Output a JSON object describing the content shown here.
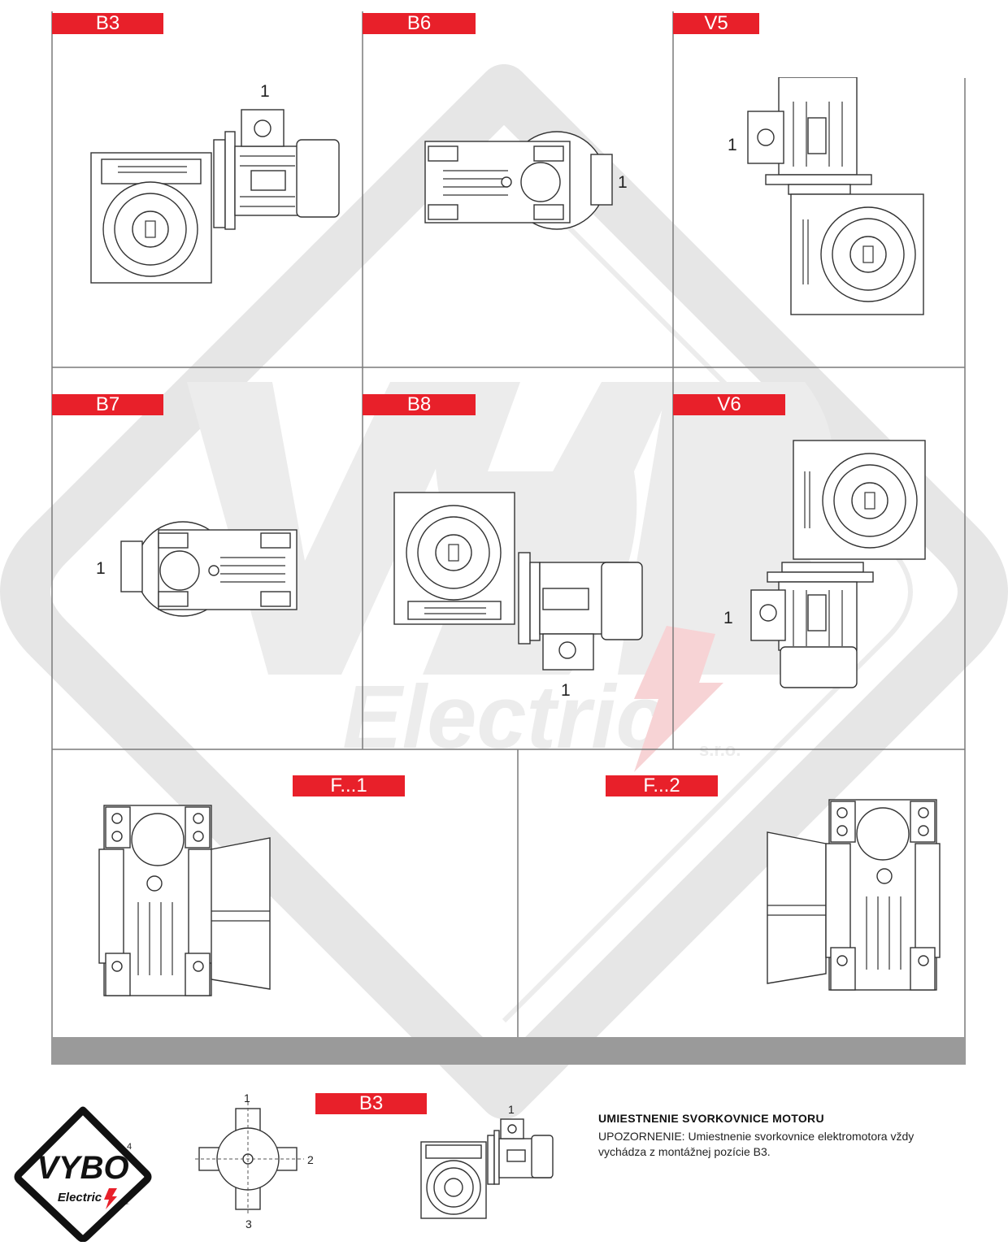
{
  "positions": {
    "b3": "B3",
    "b6": "B6",
    "v5": "V5",
    "b7": "B7",
    "b8": "B8",
    "v6": "V6",
    "f1": "F...1",
    "f2": "F...2"
  },
  "terminal_label": "1",
  "orientation": {
    "top": "1",
    "right": "2",
    "bottom": "3",
    "left": "4"
  },
  "reference": {
    "tag": "B3",
    "terminal_label": "1"
  },
  "note": {
    "title": "UMIESTNENIE SVORKOVNICE MOTORU",
    "text": "UPOZORNENIE: Umiestnenie svorkovnice elektromotora vždy vychádza z montážnej pozície B3."
  },
  "logo": {
    "brand": "VYBO",
    "sub": "Electric",
    "suffix": "s.r.o."
  },
  "colors": {
    "accent": "#e8202a",
    "bar": "#9a9a9a",
    "grid": "#7a7a7a",
    "watermark": "#e6e6e6"
  }
}
